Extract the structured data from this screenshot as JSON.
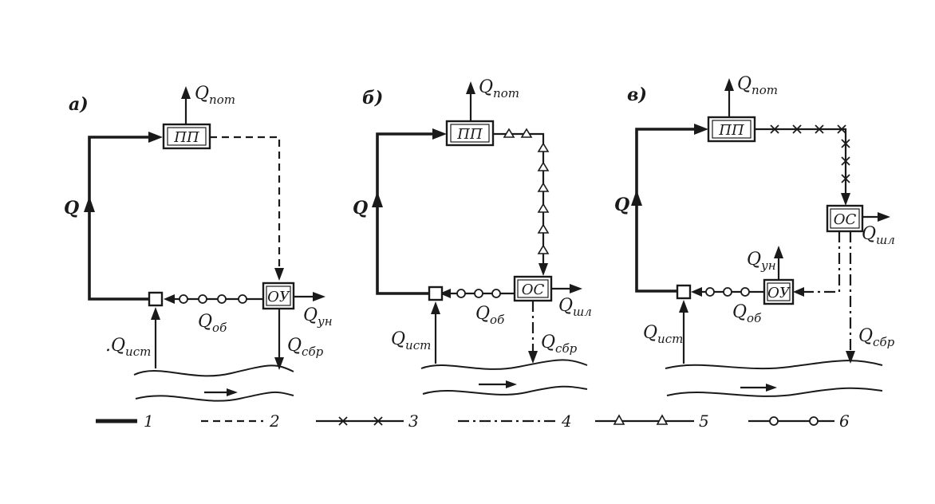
{
  "panels": [
    {
      "letter": "а)",
      "box_top": "ПП",
      "box_right": "ОУ",
      "q_pot": "Q",
      "q_pot_sub": "пот",
      "q": "Q",
      "q_ist": ".Q",
      "q_ist_sub": "ист",
      "q_ob": "Q",
      "q_ob_sub": "об",
      "q_un": "Q",
      "q_un_sub": "ун",
      "q_sbr": "Q",
      "q_sbr_sub": "сбр"
    },
    {
      "letter": "б)",
      "box_top": "ПП",
      "box_right": "ОС",
      "q_pot": "Q",
      "q_pot_sub": "пот",
      "q": "Q",
      "q_ist": "Q",
      "q_ist_sub": "ист",
      "q_ob": "Q",
      "q_ob_sub": "об",
      "q_shl": "Q",
      "q_shl_sub": "шл",
      "q_sbr": "Q",
      "q_sbr_sub": "сбр"
    },
    {
      "letter": "в)",
      "box_top": "ПП",
      "box_os": "ОС",
      "box_ou": "ОУ",
      "q_pot": "Q",
      "q_pot_sub": "пот",
      "q": "Q",
      "q_ist": "Q",
      "q_ist_sub": "ист",
      "q_ob": "Q",
      "q_ob_sub": "об",
      "q_un": "Q",
      "q_un_sub": "ун",
      "q_shl": "Q",
      "q_shl_sub": "шл",
      "q_sbr": "Q",
      "q_sbr_sub": "сбр"
    }
  ],
  "legend": [
    "1",
    "2",
    "3",
    "4",
    "5",
    "6"
  ]
}
